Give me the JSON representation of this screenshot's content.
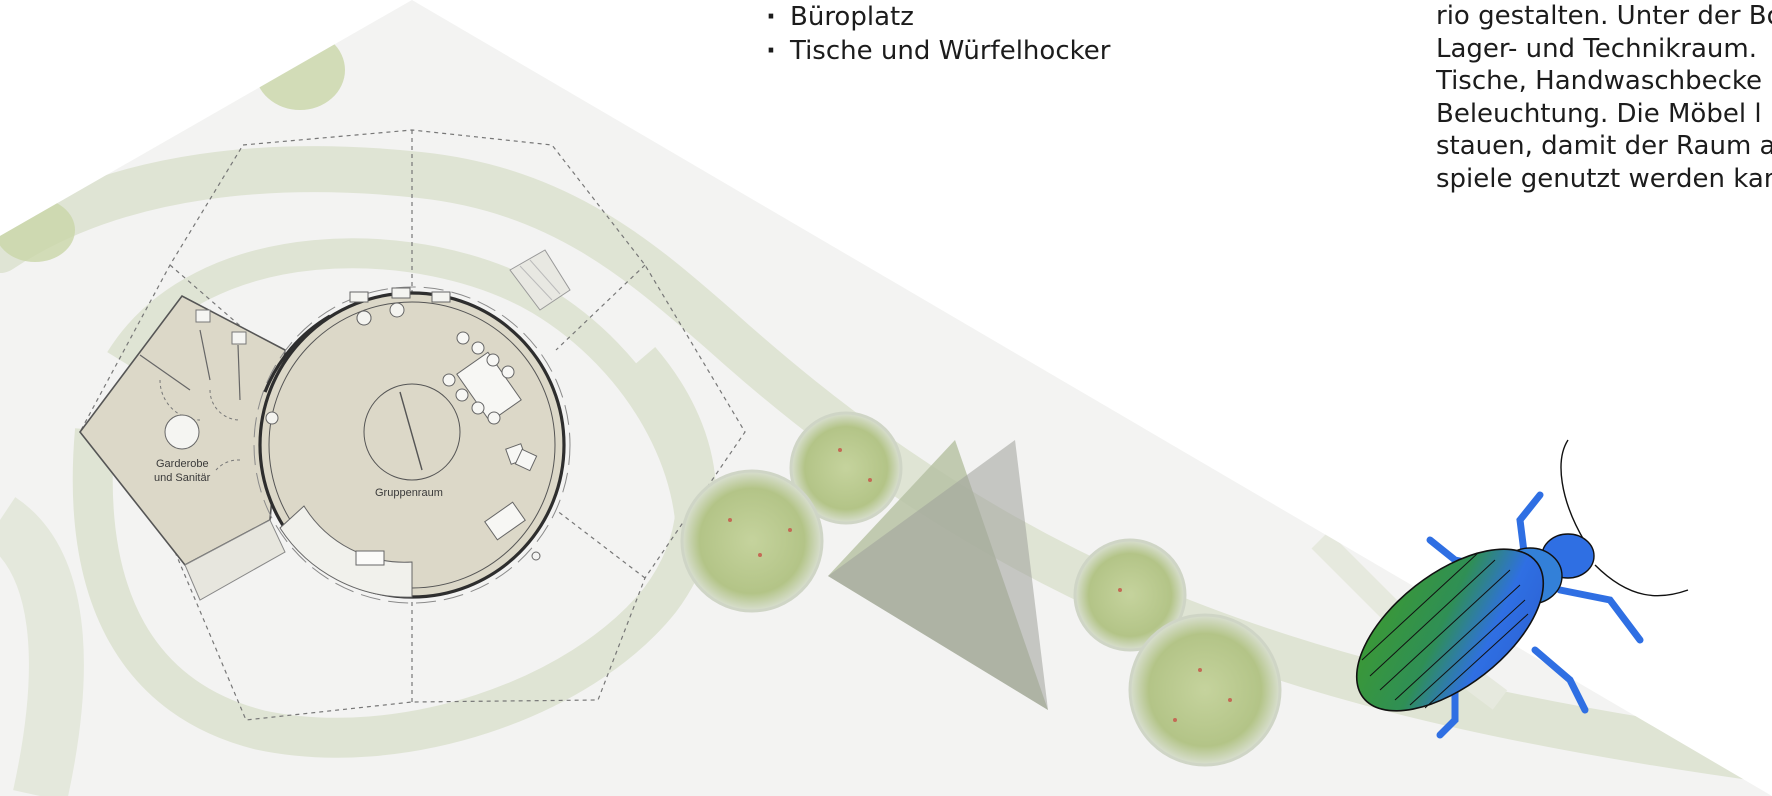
{
  "feature_list": {
    "items": [
      "Büroplatz",
      "Tische und Würfelhocker"
    ]
  },
  "description": {
    "lines": [
      "rio gestalten. Unter der Bo",
      "Lager- und Technikraum.",
      "Tische, Handwaschbecke",
      "Beleuchtung. Die Möbel l",
      "stauen, damit der Raum a",
      "spiele genutzt werden kan"
    ]
  },
  "plan": {
    "room_labels": {
      "wardrobe_line1": "Garderobe",
      "wardrobe_line2": "und Sanitär",
      "group_room": "Gruppenraum"
    }
  },
  "colors": {
    "site_background": "#f3f3f2",
    "path_green": "#dfe4d4",
    "floor": "#dcd8c8",
    "tree_green": "#b9c98f",
    "beetle_green": "#3f9c2a",
    "beetle_blue": "#2f6fe3"
  }
}
